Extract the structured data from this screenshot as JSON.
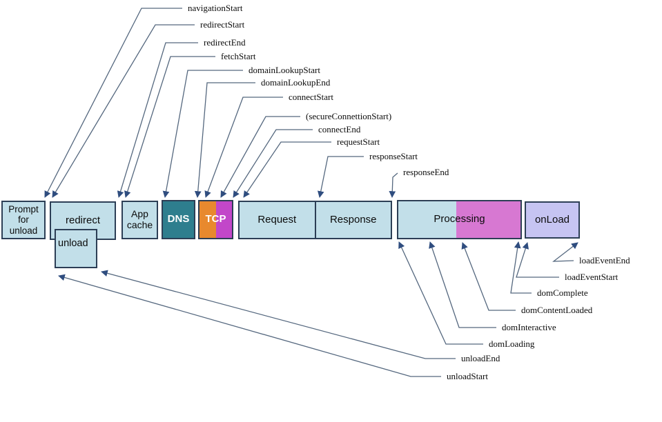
{
  "colors": {
    "box_blue": "#c2dfe9",
    "dns_teal": "#2e7e8e",
    "tcp_orange": "#e8892e",
    "tcp_magenta": "#c247c9",
    "processing_magenta": "#d778d2",
    "onload_lavender": "#c6c4f2",
    "box_border": "#2c3e55",
    "line_color": "#54677e",
    "arrow_color": "#2f4d7f",
    "page_bg": "#ffffff",
    "text_dark": "#0b0b0b"
  },
  "boxes": {
    "prompt": "Prompt for unload",
    "redirect": "redirect",
    "unload": "unload",
    "app_cache": "App cache",
    "dns": "DNS",
    "tcp": "TCP",
    "request": "Request",
    "response": "Response",
    "processing": "Processing",
    "onload": "onLoad"
  },
  "events": {
    "navigationStart": "navigationStart",
    "redirectStart": "redirectStart",
    "redirectEnd": "redirectEnd",
    "fetchStart": "fetchStart",
    "domainLookupStart": "domainLookupStart",
    "domainLookupEnd": "domainLookupEnd",
    "connectStart": "connectStart",
    "secureConnectionStart": "(secureConnettionStart)",
    "connectEnd": "connectEnd",
    "requestStart": "requestStart",
    "responseStart": "responseStart",
    "responseEnd": "responseEnd",
    "loadEventEnd": "loadEventEnd",
    "loadEventStart": "loadEventStart",
    "domComplete": "domComplete",
    "domContentLoaded": "domContentLoaded",
    "domInteractive": "domInteractive",
    "domLoading": "domLoading",
    "unloadEnd": "unloadEnd",
    "unloadStart": "unloadStart"
  }
}
